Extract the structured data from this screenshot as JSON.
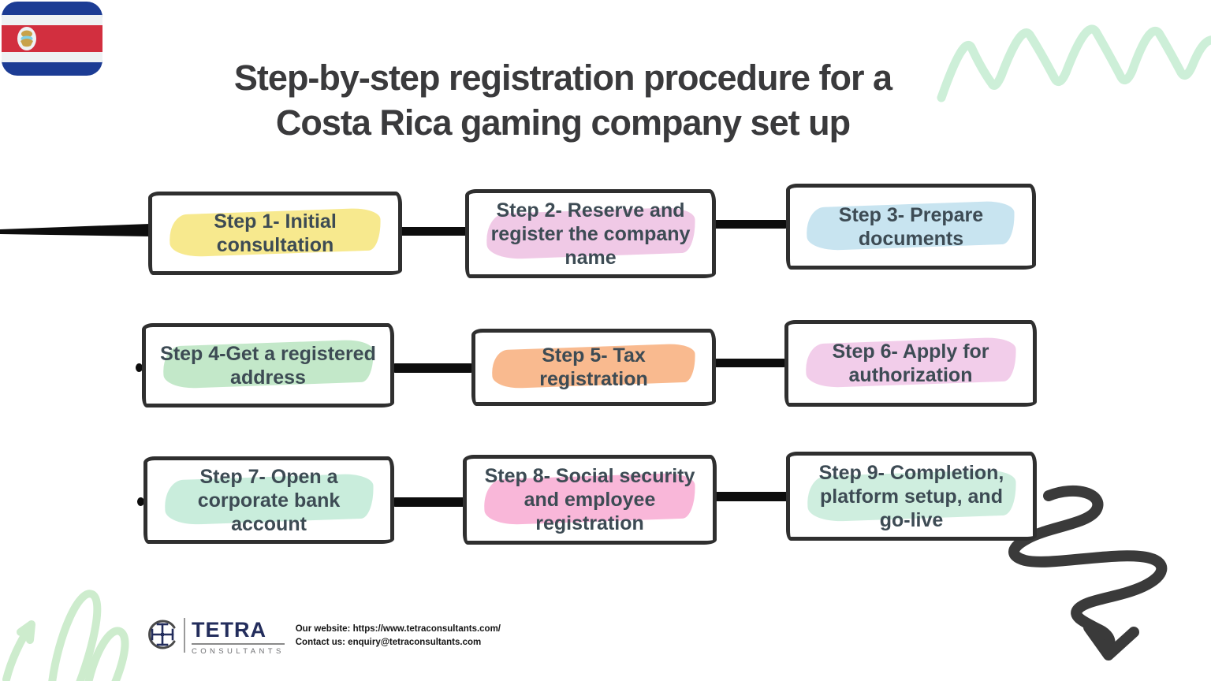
{
  "title": {
    "line1": "Step-by-step registration procedure for a",
    "line2": "Costa Rica gaming company set up",
    "color": "#3a3a3c"
  },
  "flag": {
    "name": "Costa Rica flag",
    "blue": "#1c3c94",
    "red": "#d22f3f",
    "white": "#eef2f4",
    "emblem_ring": "#c8a24a",
    "emblem_sky": "#7fd0e8"
  },
  "steps": [
    {
      "label": "Step 1- Initial consultation",
      "highlight": "#f7e98e"
    },
    {
      "label": "Step 2- Reserve and register the company name",
      "highlight": "#f0c9e6"
    },
    {
      "label": "Step 3- Prepare documents",
      "highlight": "#c8e4f0"
    },
    {
      "label": "Step 4-Get a registered address",
      "highlight": "#c3e8c9"
    },
    {
      "label": "Step 5- Tax registration",
      "highlight": "#f9ba8f"
    },
    {
      "label": "Step 6- Apply for authorization",
      "highlight": "#f2cdea"
    },
    {
      "label": "Step 7- Open a corporate bank account",
      "highlight": "#c9eddc"
    },
    {
      "label": "Step 8- Social security and employee registration",
      "highlight": "#f9b7d9"
    },
    {
      "label": "Step 9- Completion, platform setup, and go-live",
      "highlight": "#cfeedf"
    }
  ],
  "footer": {
    "brand": "TETRA",
    "brand_sub": "CONSULTANTS",
    "website": "Our website: https://www.tetraconsultants.com/",
    "contact": "Contact us: enquiry@tetraconsultants.com",
    "brand_color": "#232d5c",
    "sub_color": "#6d6e71"
  },
  "colors": {
    "step_text": "#3d4b54",
    "box_border": "#2f2f2f",
    "connector": "#0d0d0d",
    "zigzag": "#cdefd8",
    "scribble": "#cdeccd",
    "arrow": "#3a3a3a"
  }
}
